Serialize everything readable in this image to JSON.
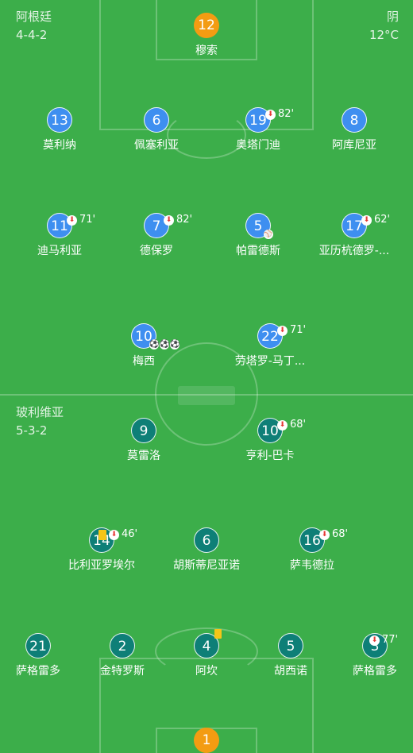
{
  "home": {
    "name": "阿根廷",
    "formation": "4-4-2",
    "weather": "阴",
    "temp": "12°C"
  },
  "away": {
    "name": "玻利维亚",
    "formation": "5-3-2"
  },
  "icons": {
    "sub_out": "arrow-down-icon",
    "goal": "soccer-ball-icon",
    "yellow_card": "yellow-card-icon",
    "assist": "assist-icon"
  },
  "colors": {
    "pitch": "#3cae4a",
    "home": "#3e8ff0",
    "away": "#0e7f77",
    "goalkeeper": "#f39c12",
    "yellow_card": "#f5c518",
    "sub_out": "#e53935"
  },
  "home_players": [
    {
      "number": "12",
      "name": "穆索"
    },
    {
      "number": "13",
      "name": "莫利纳"
    },
    {
      "number": "6",
      "name": "佩塞利亚"
    },
    {
      "number": "19",
      "name": "奥塔门迪",
      "sub": "82'"
    },
    {
      "number": "8",
      "name": "阿库尼亚"
    },
    {
      "number": "11",
      "name": "迪马利亚",
      "sub": "71'"
    },
    {
      "number": "7",
      "name": "德保罗",
      "sub": "82'"
    },
    {
      "number": "5",
      "name": "帕雷德斯"
    },
    {
      "number": "17",
      "name": "亚历杭德罗-...",
      "sub": "62'"
    },
    {
      "number": "10",
      "name": "梅西"
    },
    {
      "number": "22",
      "name": "劳塔罗-马丁...",
      "sub": "71'"
    }
  ],
  "away_players": [
    {
      "number": "9",
      "name": "莫雷洛"
    },
    {
      "number": "10",
      "name": "亨利-巴卡",
      "sub": "68'"
    },
    {
      "number": "14",
      "name": "比利亚罗埃尔",
      "sub": "46'"
    },
    {
      "number": "6",
      "name": "胡斯蒂尼亚诺"
    },
    {
      "number": "16",
      "name": "萨韦德拉",
      "sub": "68'"
    },
    {
      "number": "21",
      "name": "萨格雷多"
    },
    {
      "number": "2",
      "name": "金特罗斯"
    },
    {
      "number": "4",
      "name": "阿坎"
    },
    {
      "number": "5",
      "name": "胡西诺"
    },
    {
      "number": "3",
      "name": "萨格雷多",
      "sub": "77'"
    },
    {
      "number": "1",
      "name": ""
    }
  ]
}
